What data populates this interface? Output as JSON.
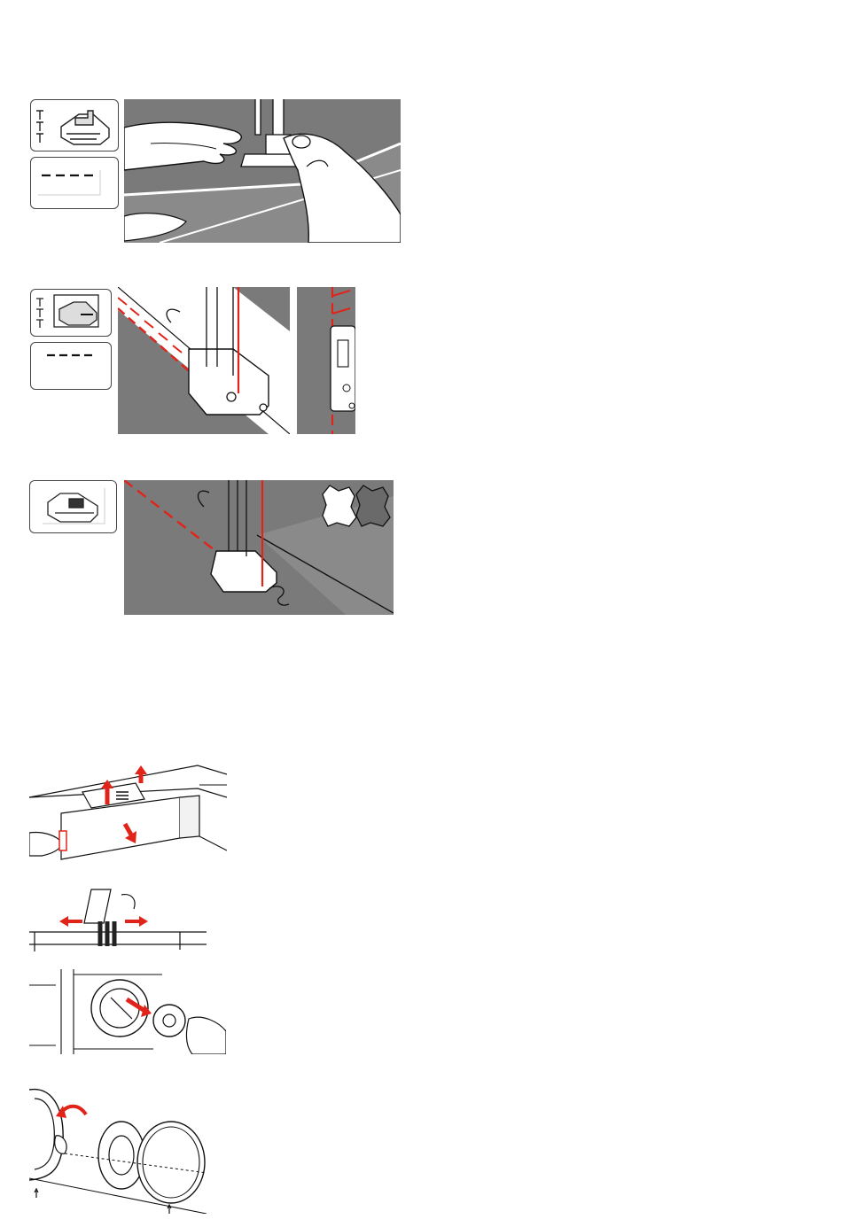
{
  "page": {
    "background": "#ffffff"
  },
  "colors": {
    "fabric_gray": "#7a7a7a",
    "thread_red": "#e2231a",
    "line": "#1a1a1a",
    "paper": "#ffffff"
  },
  "sections": [
    {
      "name": "sewing-zipper",
      "icons": [
        "presser-foot-icon",
        "stitch-length-icon"
      ]
    },
    {
      "name": "topstitching-edge",
      "icons": [
        "edge-foot-icon",
        "stitch-length-icon"
      ]
    },
    {
      "name": "sewing-leather",
      "icons": [
        "non-stick-foot-icon",
        "leather-icon"
      ]
    },
    {
      "name": "cleaning-bobbin-area",
      "icons": [
        "stitch-plate-icon",
        "brush-icon",
        "hook-race-icon",
        "bobbin-case-icon"
      ]
    }
  ]
}
